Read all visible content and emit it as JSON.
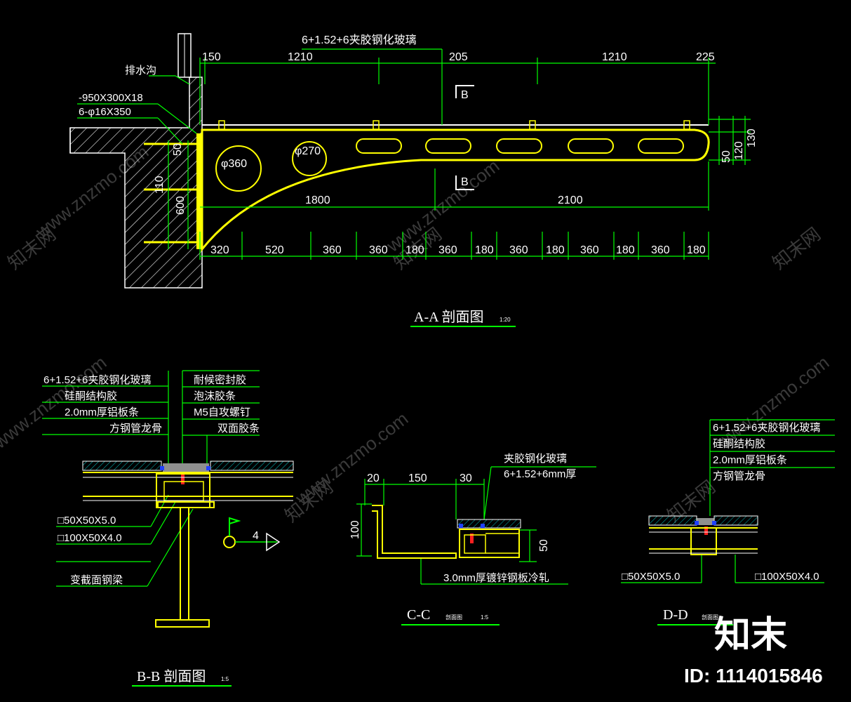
{
  "colors": {
    "background": "#000000",
    "dimension_line": "#00ff00",
    "structure": "#ffff00",
    "text": "#ffffff",
    "wall_hatch": "#ffffff",
    "sealant": "#ff2020",
    "gasket": "#2040ff"
  },
  "section_aa": {
    "glass_label": "6+1.52+6夹胶钢化玻璃",
    "drain_label": "排水沟",
    "plate_label": "-950X300X18",
    "bolt_label": "6-φ16X350",
    "top_dims": [
      "150",
      "1210",
      "205",
      "1210",
      "225"
    ],
    "hole_1": "φ360",
    "hole_2": "φ270",
    "mid_dims": [
      "1800",
      "2100"
    ],
    "bottom_dims": [
      "320",
      "520",
      "360",
      "360",
      "180",
      "360",
      "180",
      "360",
      "180",
      "360",
      "180",
      "360",
      "180"
    ],
    "left_dims": [
      "50",
      "110",
      "600"
    ],
    "right_dims": [
      "50",
      "120",
      "130"
    ],
    "cut_marker": "B",
    "title": "A-A 剖面图",
    "scale": "1:20"
  },
  "section_bb": {
    "left_labels": [
      "6+1.52+6夹胶钢化玻璃",
      "硅酮结构胶",
      "2.0mm厚铝板条",
      "方钢管龙骨"
    ],
    "right_labels": [
      "耐候密封胶",
      "泡沫胶条",
      "M5自攻螺钉",
      "双面胶条"
    ],
    "bottom_labels": [
      "□50X50X5.0",
      "□100X50X4.0",
      "变截面钢梁"
    ],
    "marker": "4",
    "title": "B-B 剖面图",
    "scale": "1:5"
  },
  "section_cc": {
    "top_dims": [
      "20",
      "150",
      "30"
    ],
    "side_dim": "100",
    "side_dim_right": "50",
    "glass_label_1": "夹胶钢化玻璃",
    "glass_label_2": "6+1.52+6mm厚",
    "plate_label": "3.0mm厚镀锌钢板冷轧",
    "title": "C-C",
    "subtitle": "剖面图",
    "scale": "1:5"
  },
  "section_dd": {
    "labels": [
      "6+1.52+6夹胶钢化玻璃",
      "硅酮结构胶",
      "2.0mm厚铝板条",
      "方钢管龙骨"
    ],
    "bottom_labels": [
      "□50X50X5.0",
      "□100X50X4.0"
    ],
    "title": "D-D",
    "subtitle": "剖面图"
  },
  "watermark": {
    "site": "www.znzmo.com",
    "brand_cn": "知末网",
    "brand": "知末",
    "id_text": "ID: 1114015846"
  }
}
